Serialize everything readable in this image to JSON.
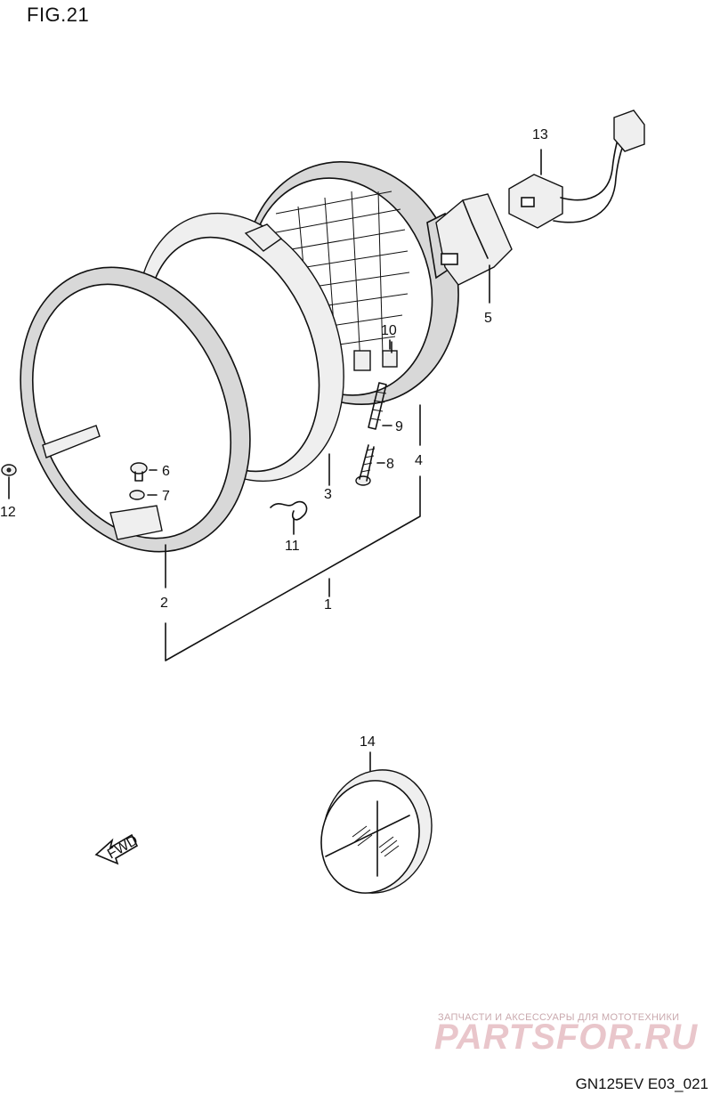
{
  "figure": {
    "title": "FIG.21",
    "code": "GN125EV E03_021"
  },
  "callouts": [
    "1",
    "2",
    "3",
    "4",
    "5",
    "6",
    "7",
    "8",
    "9",
    "10",
    "11",
    "12",
    "13",
    "14"
  ],
  "arrow": {
    "label": "FWD"
  },
  "watermark": {
    "tagline": "ЗАПЧАСТИ И АКСЕССУАРЫ ДЛЯ МОТОТЕХНИКИ",
    "brand": "PARTSFOR.RU"
  }
}
